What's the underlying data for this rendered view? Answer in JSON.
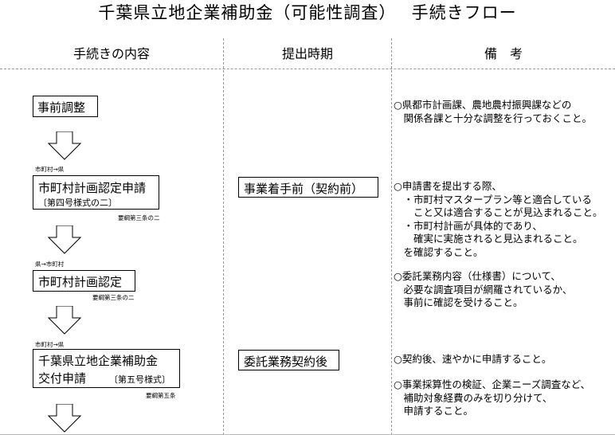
{
  "title": "千葉県立地企業補助金（可能性調査）　 手続きフロー",
  "columns": {
    "procedure": "手続きの内容",
    "timing": "提出時期",
    "remarks": "備　考"
  },
  "steps": [
    {
      "label": "事前調整"
    },
    {
      "direction": "市町村→県",
      "label": "市町村計画認定申請",
      "form": "〔第四号様式の二〕",
      "ref": "要綱第三条の二"
    },
    {
      "direction": "県→市町村",
      "label": "市町村計画認定",
      "ref": "要綱第三条の二"
    },
    {
      "direction": "市町村→県",
      "label_line1": "千葉県立地企業補助金",
      "label_line2": "交付申請",
      "form": "〔第五号様式〕",
      "ref": "要綱第五条"
    }
  ],
  "timings": [
    "事業着手前（契約前）",
    "委託業務契約後"
  ],
  "notes": [
    "○県都市計画課、農地農村振興課などの\n　関係各課と十分な調整を行っておくこと。",
    "○申請書を提出する際、\n　・市町村マスタープラン等と適合している\n　　こと又は適合することが見込まれること。\n　・市町村計画が具体的であり、\n　　確実に実施されると見込まれること。\n　を確認すること。",
    "○委託業務内容（仕様書）について、\n　必要な調査項目が網羅されているか、\n　事前に確認を受けること。",
    "○契約後、速やかに申請すること。",
    "○事業採算性の検証、企業ニーズ調査など、\n　補助対象経費のみを切り分けて、\n　申請すること。"
  ]
}
